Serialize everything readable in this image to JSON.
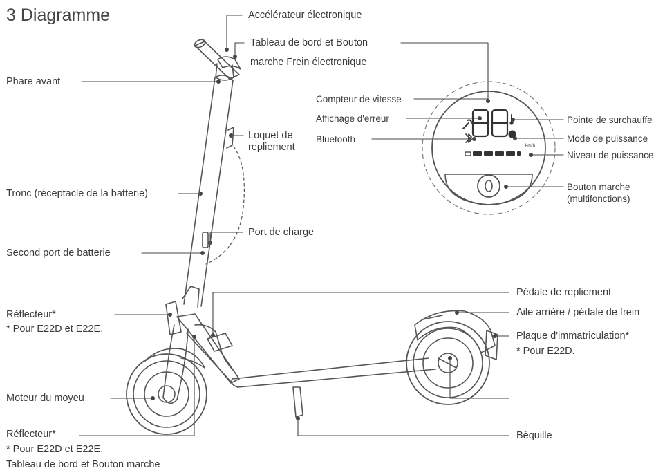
{
  "title": "3 Diagramme",
  "labels": {
    "accelerator": "Accélérateur électronique",
    "dashboard_top": "Tableau de bord et Bouton",
    "brake_top": "marche Frein électronique",
    "headlight": "Phare avant",
    "speedometer": "Compteur de vitesse",
    "error_display": "Affichage d'erreur",
    "bluetooth": "Bluetooth",
    "overheat": "Pointe de surchauffe",
    "power_mode": "Mode de puissance",
    "power_level": "Niveau de puissance",
    "folding_latch_1": "Loquet de",
    "folding_latch_2": "repliement",
    "stem": "Tronc (réceptacle de la batterie)",
    "power_button_1": "Bouton marche",
    "power_button_2": "(multifonctions)",
    "charge_port": "Port de charge",
    "second_battery_port": "Second port de batterie",
    "folding_pedal": "Pédale de repliement",
    "reflector_top": "Réflecteur*",
    "reflector_top_note": "* Pour E22D et E22E.",
    "rear_fender": "Aile arrière / pédale de frein",
    "license_plate": "Plaque d'immatriculation*",
    "license_plate_note": "* Pour E22D.",
    "hub_motor": "Moteur du moyeu",
    "reflector_bottom": "Réflecteur*",
    "reflector_bottom_note": "* Pour E22D et E22E.",
    "dashboard_bottom": "Tableau de bord et Bouton marche",
    "kickstand": "Béquille"
  },
  "display": {
    "digits": "88",
    "unit": "km/h"
  }
}
